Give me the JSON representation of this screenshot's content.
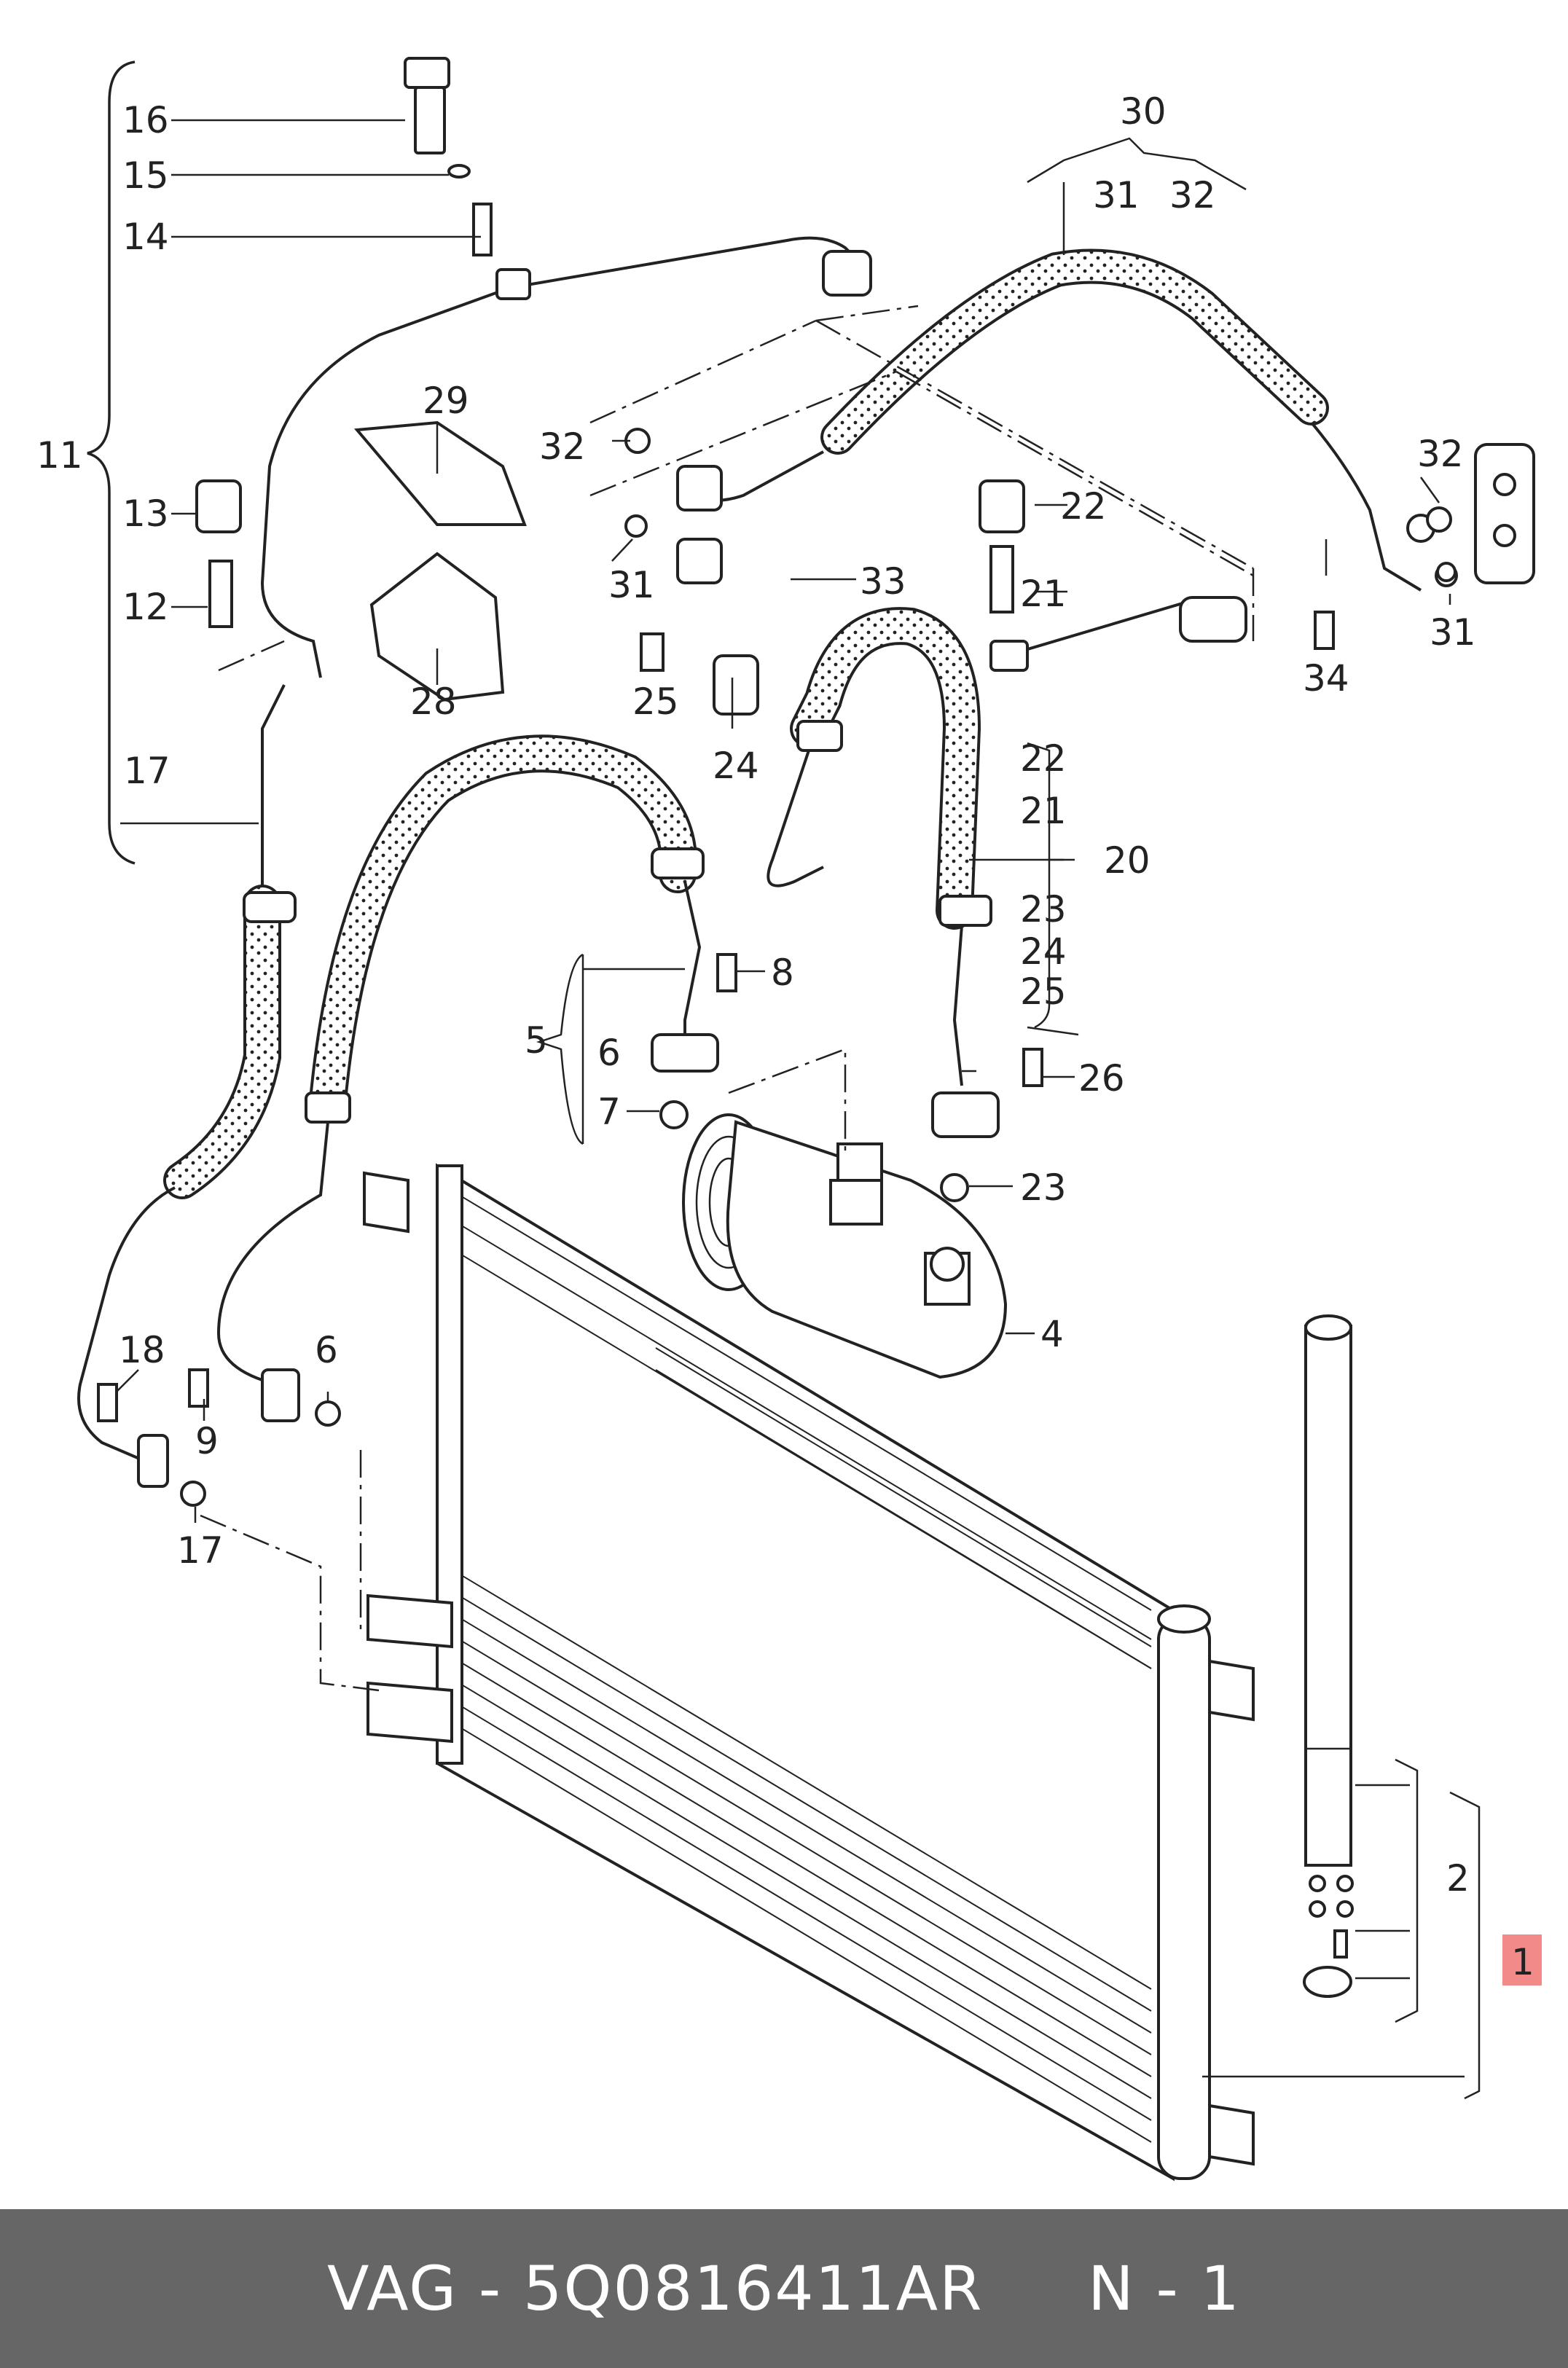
{
  "footer": {
    "brand": "VAG",
    "separator": "-",
    "part_number": "5Q0816411AR",
    "position": "N - 1"
  },
  "highlight_color": "#f28a8a",
  "callouts": {
    "c1": "1",
    "c2": "2",
    "c4": "4",
    "c5": "5",
    "c6a": "6",
    "c6b": "6",
    "c7": "7",
    "c8": "8",
    "c9": "9",
    "c11": "11",
    "c12": "12",
    "c13": "13",
    "c14": "14",
    "c15": "15",
    "c16": "16",
    "c17a": "17",
    "c17b": "17",
    "c18": "18",
    "c20": "20",
    "c21a": "21",
    "c21b": "21",
    "c22a": "22",
    "c22b": "22",
    "c23a": "23",
    "c23b": "23",
    "c24a": "24",
    "c24b": "24",
    "c25a": "25",
    "c25b": "25",
    "c26": "26",
    "c28": "28",
    "c29": "29",
    "c30": "30",
    "c31a": "31",
    "c31b": "31",
    "c31c": "31",
    "c32a": "32",
    "c32b": "32",
    "c32c": "32",
    "c33": "33",
    "c34": "34"
  }
}
